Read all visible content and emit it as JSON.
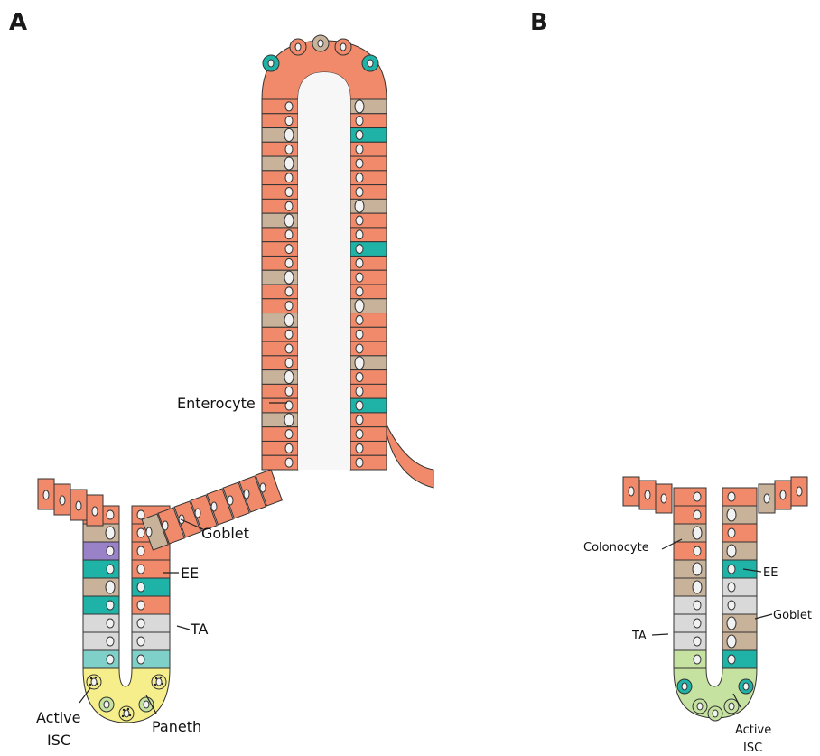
{
  "panels": {
    "a": {
      "label": "A"
    },
    "b": {
      "label": "B"
    }
  },
  "labels": {
    "enterocyte": "Enterocyte",
    "goblet_a": "Goblet",
    "ee_a": "EE",
    "ta_a": "TA",
    "active_isc_a_line1": "Active",
    "active_isc_a_line2": "ISC",
    "paneth": "Paneth",
    "colonocyte": "Colonocyte",
    "ee_b": "EE",
    "goblet_b": "Goblet",
    "ta_b": "TA",
    "active_isc_b_line1": "Active",
    "active_isc_b_line2": "ISC"
  },
  "colors": {
    "enterocyte": "#f08a6a",
    "goblet": "#c8b29a",
    "ee": "#1fb2a6",
    "ta": "#d9d9d9",
    "paneth": "#f5ee8a",
    "active_isc": "#c6e2a0",
    "tuft": "#9a82c8",
    "transit_teal": "#7fd0c8",
    "lumen": "#f7f7f7"
  }
}
